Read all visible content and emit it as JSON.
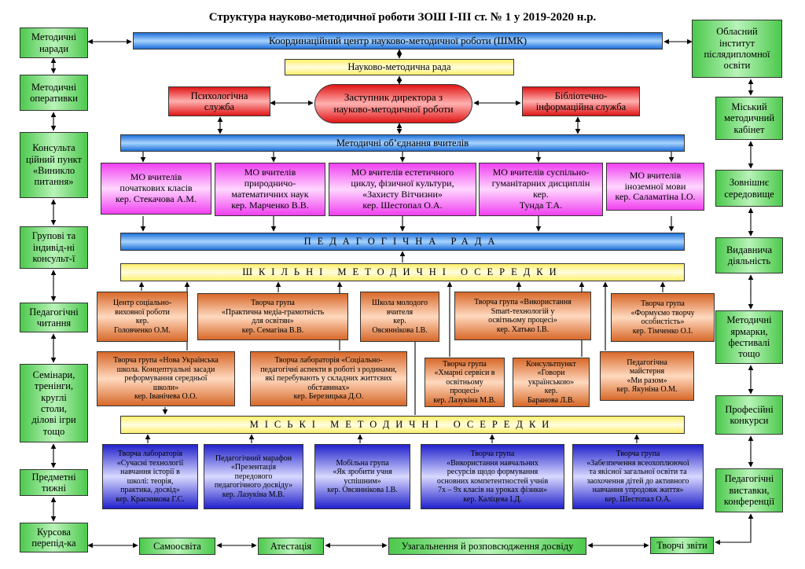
{
  "title": "Структура науково-методичної роботи ЗОШ І-ІІІ ст. № 1 у 2019-2020 н.р.",
  "left_column": [
    "Методичні\nнаради",
    "Методичні\nоперативки",
    "Консульта\nційний пункт\n«Виникло\nпитання»",
    "Групові та\nіндивід-ні\nконсульт-ї",
    "Педагогічні\nчитання",
    "Семінари,\nтренінги,\nкруглі\nстоли,\nділові ігри\nтощо",
    "Предметні\nтижні",
    "Курсова\nперепід-ка"
  ],
  "right_column": [
    "Обласний\nінститут\nпіслядипломної\nосвіти",
    "Міський\nметодичний\nкабінет",
    "Зовнішнє\nсередовище",
    "Видавнича\nдіяльність",
    "Методичні\nярмарки,\nфестивалі\nтощо",
    "Професійні\nконкурси",
    "Педагогічні\nвиставки,\nконференції"
  ],
  "bottom_row": [
    "Самоосвіта",
    "Атестація",
    "Узагальнення й розповсюдження досвіду",
    "Творчі звіти"
  ],
  "coordination_center": "Координаційний центр науково-методичної роботи  (ШМК)",
  "scientific_council": "Науково-методична рада",
  "psych_service": "Психологічна\nслужба",
  "deputy_director": "Заступник директора з\nнауково-методичної роботи",
  "library_service": "Бібліотечно-\nінформаційна служба",
  "teacher_associations": "Методичні об’єднання вчителів",
  "mo_groups": [
    "МО вчителів\nпочаткових класів\nкер. Стекачова А.М.",
    "МО вчителів\nприродничо-\nматематичних наук\nкер. Марченко В.В.",
    "МО вчителів естетичного\nциклу, фізичної культури,\n«Захисту Вітчизни»\nкер. Шестопал О.А.",
    "МО вчителів суспільно-\nгуманітарних дисциплін\nкер.\nТунда Т.А.",
    "МО вчителів\nіноземної мови\nкер. Саламатіна І.О."
  ],
  "pedagogical_council": "ПЕДАГОГІЧНА  РАДА",
  "school_centers": "ШКІЛЬНІ  МЕТОДИЧНІ  ОСЕРЕДКИ",
  "school_row1": [
    "Центр соціально-\nвиховної роботи\nкер.\nГоловченко О.М.",
    "Творча група\n«Практична медіа-грамотність\nдля освітян»\nкер. Семагіна В.В.",
    "Школа молодого\nвчителя\nкер.\nОвсяннікова І.В.",
    "Творча група «Використання\nSmart-технологій у\nосвітньому процесі»\nкер. Хатько І.В.",
    "Творча група\n«Формуємо творчу\nособистість»\nкер. Тімченко О.І."
  ],
  "school_row2": [
    "Творча група «Нова Українська\nшкола. Концептуальні засади\nреформування середньої\nшколи»\nкер. Іванічева О.О.",
    "Творча лабораторія «Соціально-\nпедагогічні аспекти в роботі з родинами,\nякі перебувають у складних життєвих\nобставинах»\nкер. Березицька Д.О.",
    "Творча група\n«Хмарні сервіси в\nосвітньому\nпроцесі»\nкер. Лазукіна М.В.",
    "Консультпункт\n«Говори\nукраїнською»\nкер.\nБаранова Л.В.",
    "Педагогічна\nмайстерня\n«Ми разом»\nкер. Якуніна О.М."
  ],
  "city_centers": "МІСЬКІ  МЕТОДИЧНІ  ОСЕРЕДКИ",
  "city_groups": [
    "Творча лабораторія\n«Сучасні технології\nнавчання історії в\nшколі: теорія,\nпрактика, досвід»\nкер. Красникова Г.С.",
    "Педагогічний марафон\n«Презентація\nпередового\nпедагогічного досвіду»\nкер. Лазукіна М.В.",
    "Мобільна група\n«Як зробити учня\nуспішним»\nкер. Овсяннікова І.В.",
    "Творча група\n«Використання навчальних\nресурсів щодо формування\nосновних компетентностей учнів\n7х – 9х класів на уроках фізики»\nкер. Каліцева І.Д.",
    "Творча група\n«Забезпечення всеохоплюючої\nта якісної загальної освіти та\nзаохочення дітей до активного\nнавчання упродовж життя»\nкер. Шестопал О.А."
  ]
}
